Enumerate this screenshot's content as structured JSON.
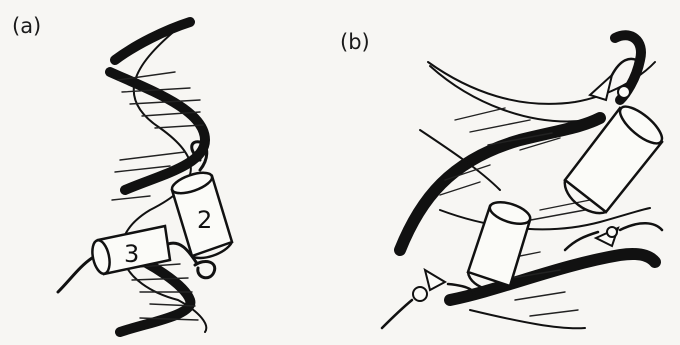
{
  "figure": {
    "panel_a_label": "(a)",
    "panel_b_label": "(b)",
    "helix_2_label": "2",
    "helix_3_label": "3"
  }
}
